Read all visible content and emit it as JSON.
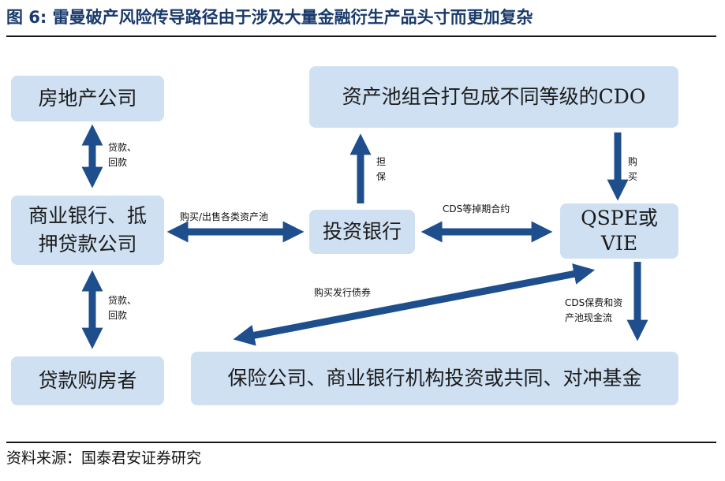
{
  "title": "图 6:  雷曼破产风险传导路径由于涉及大量金融衍生产品头寸而更加复杂",
  "nodes": {
    "real_estate": "房地产公司",
    "banks": "商业银行、抵押贷款公司",
    "banks_line1": "商业银行、抵",
    "banks_line2": "押贷款公司",
    "borrowers": "贷款购房者",
    "cdo": "资产池组合打包成不同等级的CDO",
    "ibank": "投资银行",
    "qspe": "QSPE或VIE",
    "qspe_line1": "QSPE或",
    "qspe_line2": "VIE",
    "investors": "保险公司、商业银行机构投资或共同、对冲基金"
  },
  "edge_labels": {
    "loan_repay_top": "贷款、回款",
    "loan_repay_bottom": "贷款、回款",
    "buy_sell_pool": "购买/出售各类资产池",
    "guarantee": "担保",
    "buy_cdo": "购买",
    "cds_swap": "CDS等掉期合约",
    "buy_bonds": "购买发行债券",
    "cds_cashflow": "CDS保费和资产池现金流"
  },
  "source": "资料来源：国泰君安证券研究",
  "colors": {
    "box_fill": "#cfe0f3",
    "arrow": "#1f4e8c",
    "title": "#1a3a6b"
  }
}
